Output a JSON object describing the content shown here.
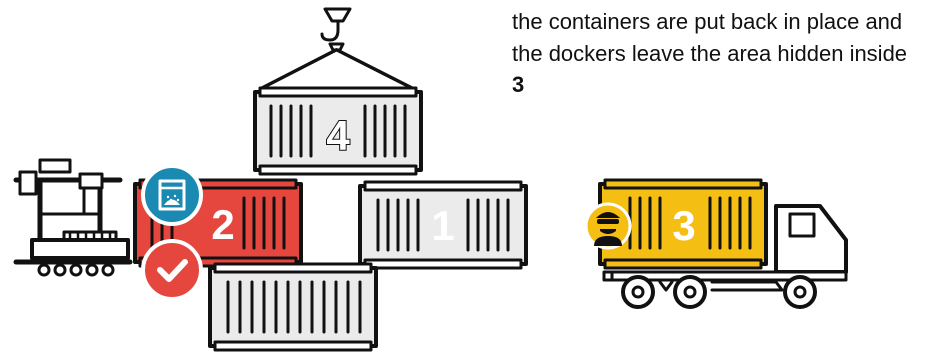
{
  "caption": {
    "text": "the containers are put back in place and the dockers leave the area hidden inside",
    "highlight": "3"
  },
  "containers": [
    {
      "id": "container-4",
      "label": "4",
      "color": "#ebebeb"
    },
    {
      "id": "container-2",
      "label": "2",
      "color": "#e5473f"
    },
    {
      "id": "container-1",
      "label": "1",
      "color": "#ebebeb"
    },
    {
      "id": "container-bottom",
      "label": "",
      "color": "#ebebeb"
    },
    {
      "id": "container-3",
      "label": "3",
      "color": "#f5be12"
    }
  ],
  "badges": {
    "powder": {
      "icon": "powder-bag-icon",
      "color": "#1b8ab3"
    },
    "check": {
      "icon": "checkmark-icon",
      "color": "#e5473f"
    },
    "thief": {
      "icon": "thief-icon",
      "color": "#f5be12"
    }
  },
  "colors": {
    "outline": "#111111",
    "grey": "#ebebeb",
    "red": "#e5473f",
    "yellow": "#f5be12",
    "blue": "#1b8ab3"
  }
}
